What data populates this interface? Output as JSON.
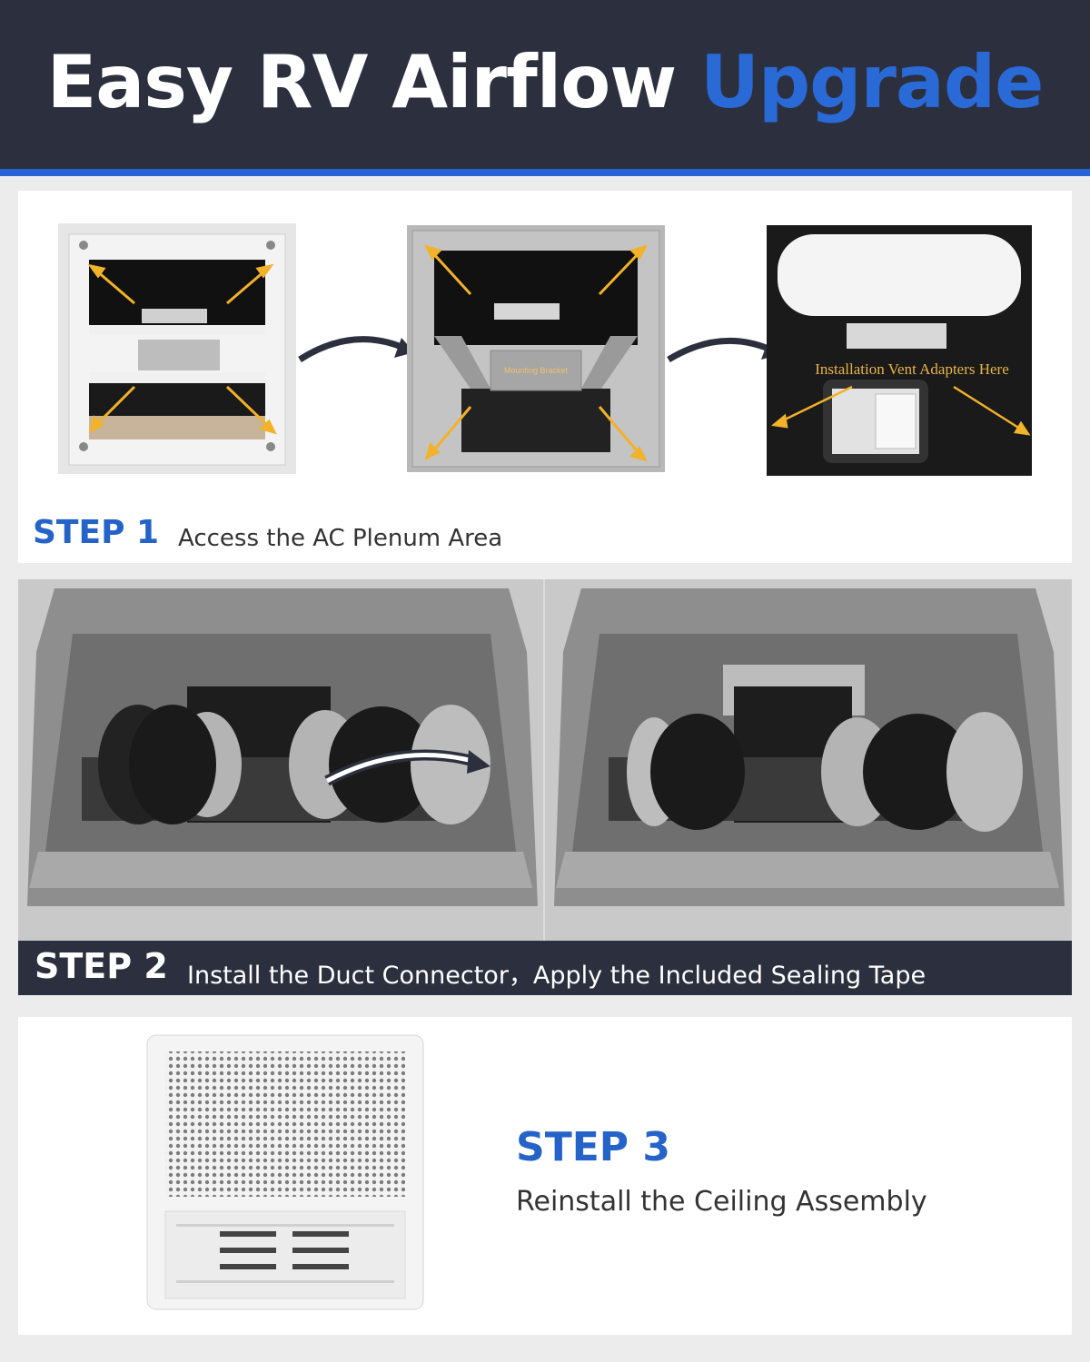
{
  "header": {
    "title_main": "Easy RV Airflow",
    "title_accent": "Upgrade"
  },
  "step1": {
    "label": "STEP 1",
    "description": "Access the AC Plenum Area",
    "bracket_label": "Mounting Bracket",
    "adapter_label": "Installation Vent Adapters Here"
  },
  "step2": {
    "label": "STEP 2",
    "description": "Install the Duct Connector，Apply the Included Sealing Tape"
  },
  "step3": {
    "label": "STEP 3",
    "description": "Reinstall the Ceiling Assembly"
  },
  "colors": {
    "header_bg": "#2c2f3d",
    "accent_blue": "#2563d6",
    "arrow_yellow": "#f2b22a"
  }
}
